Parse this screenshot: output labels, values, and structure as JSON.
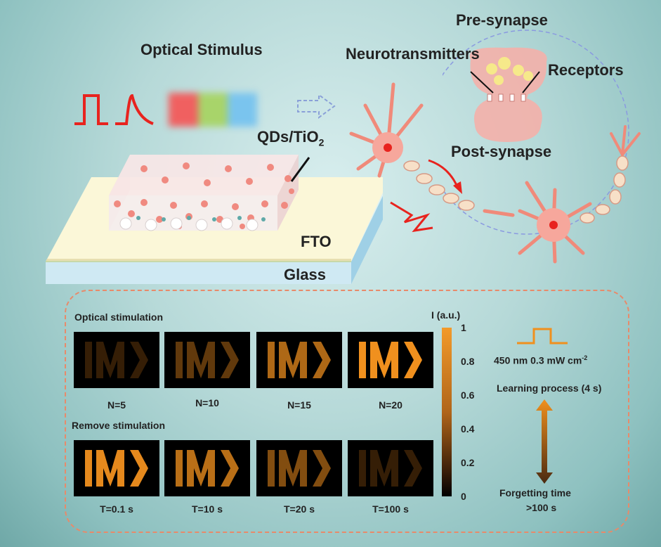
{
  "labels": {
    "optical_stimulus": "Optical Stimulus",
    "qds_main": "QDs/TiO",
    "qds_sub": "2",
    "fto": "FTO",
    "glass": "Glass",
    "pre_synapse": "Pre-synapse",
    "neurotransmitters": "Neurotransmitters",
    "receptors": "Receptors",
    "post_synapse": "Post-synapse"
  },
  "panel": {
    "optical_stimulation": "Optical stimulation",
    "remove_stimulation": "Remove stimulation",
    "stim_row": [
      {
        "label": "N=5",
        "intensity": 0.15
      },
      {
        "label": "N=10",
        "intensity": 0.35
      },
      {
        "label": "N=15",
        "intensity": 0.7
      },
      {
        "label": "N=20",
        "intensity": 1.0
      }
    ],
    "remove_row": [
      {
        "label": "T=0.1 s",
        "intensity": 0.95
      },
      {
        "label": "T=10 s",
        "intensity": 0.75
      },
      {
        "label": "T=20 s",
        "intensity": 0.5
      },
      {
        "label": "T=100 s",
        "intensity": 0.15
      }
    ],
    "colorbar_title": "I (a.u.)",
    "colorbar_ticks": [
      "1",
      "0.8",
      "0.6",
      "0.4",
      "0.2",
      "0"
    ],
    "pulse_text": "450 nm 0.3 mW cm",
    "pulse_sup": "-2",
    "learning": "Learning process (4 s)",
    "forgetting_line1": "Forgetting time",
    "forgetting_line2": ">100 s"
  },
  "colors": {
    "signal_red": "#e8231e",
    "orange": "#f0901e",
    "dashed_border": "#e88a6a",
    "dark_brown": "#4a2a10"
  }
}
